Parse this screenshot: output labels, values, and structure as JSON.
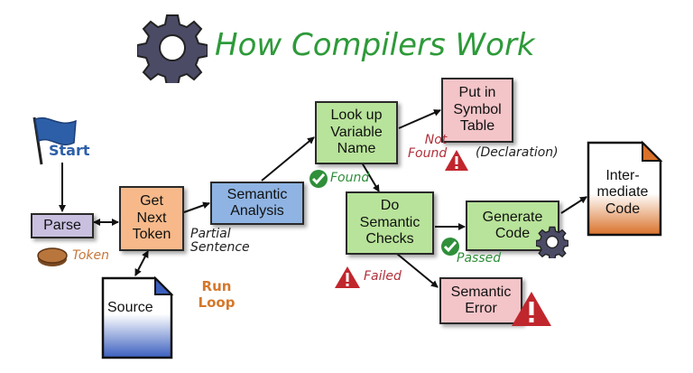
{
  "title": "How Compilers Work",
  "colors": {
    "title": "#2e9a3a",
    "purple": "#c9c0e0",
    "orange": "#f7b98a",
    "blue": "#8fb4e3",
    "green": "#b8e39a",
    "pink": "#f3c4c8",
    "warning": "#c0272d",
    "check": "#2f8f3a",
    "loop_text": "#d4782c"
  },
  "nodes": {
    "parse": "Parse",
    "get_next_token": [
      "Get",
      "Next",
      "Token"
    ],
    "semantic_analysis": [
      "Semantic",
      "Analysis"
    ],
    "look_up_variable": [
      "Look up",
      "Variable",
      "Name"
    ],
    "put_in_symbol_table": [
      "Put in",
      "Symbol",
      "Table"
    ],
    "do_semantic_checks": [
      "Do",
      "Semantic",
      "Checks"
    ],
    "generate_code": [
      "Generate",
      "Code"
    ],
    "semantic_error": [
      "Semantic",
      "Error"
    ],
    "source": "Source",
    "intermediate_code": [
      "Inter-",
      "mediate",
      "Code"
    ]
  },
  "labels": {
    "start": "Start",
    "token": "Token",
    "partial_sentence": [
      "Partial",
      "Sentence"
    ],
    "run_loop": [
      "Run",
      "Loop"
    ],
    "found": "Found",
    "not_found": [
      "Not",
      "Found"
    ],
    "declaration": "(Declaration)",
    "failed": "Failed",
    "passed": "Passed"
  },
  "icons": {
    "title_icon": "gear-icon",
    "start_icon": "flag-icon",
    "token_icon": "coin-icon",
    "found_icon": "check-circle-icon",
    "passed_icon": "check-circle-icon",
    "warning_icon": "warning-icon",
    "generate_icon": "gear-icon"
  }
}
